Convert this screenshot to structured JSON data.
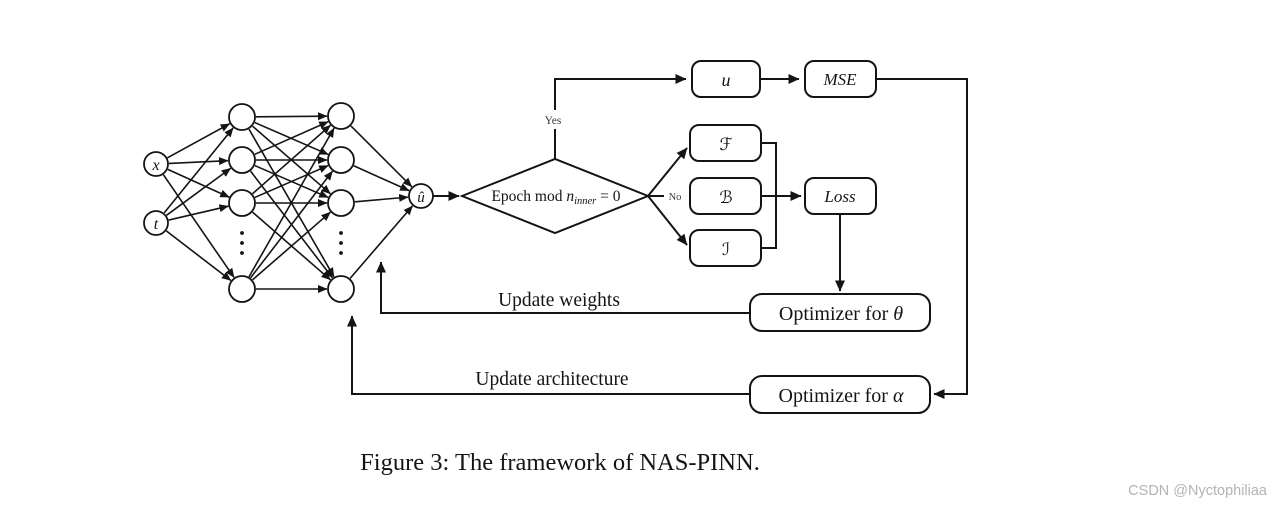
{
  "figure": {
    "caption": "Figure 3: The framework of NAS-PINN.",
    "watermark": "CSDN @Nyctophiliaa"
  },
  "network": {
    "input_labels": [
      "x",
      "t"
    ],
    "output_label": "û"
  },
  "decision": {
    "text_pre": "Epoch mod ",
    "text_var": "n",
    "text_sub": "inner",
    "text_post": " = 0",
    "yes_label": "Yes",
    "no_label": "No"
  },
  "boxes": {
    "u": "u",
    "mse": "MSE",
    "residual": "ℱ",
    "boundary": "ℬ",
    "initial": "ℐ",
    "loss": "Loss",
    "optimizer_theta_pre": "Optimizer for ",
    "optimizer_theta_var": "θ",
    "optimizer_alpha_pre": "Optimizer for ",
    "optimizer_alpha_var": "α"
  },
  "feedback": {
    "update_weights": "Update weights",
    "update_architecture": "Update architecture"
  },
  "colors": {
    "line": "#141414",
    "yes_no_label": "#3d3d3d",
    "watermark": "#b3b3b3"
  }
}
